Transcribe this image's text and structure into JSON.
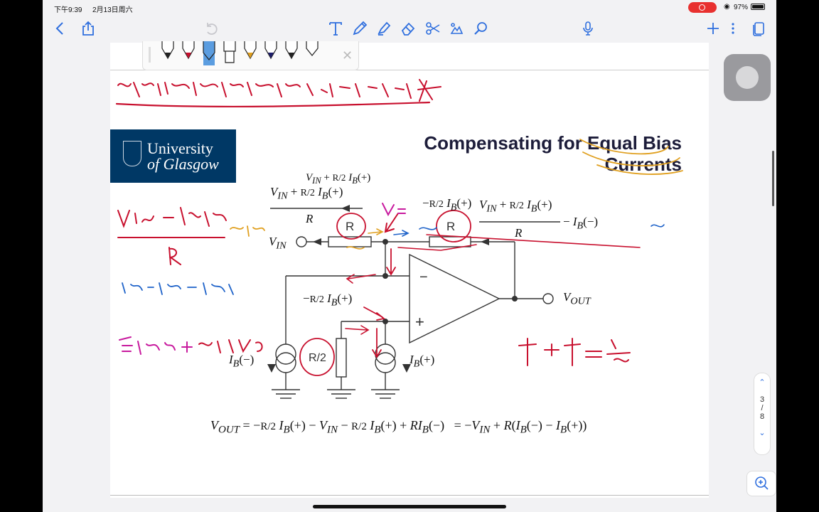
{
  "status_bar": {
    "time": "下午9:39",
    "date": "2月13日周六",
    "battery_percent": "97%",
    "battery_level": 0.97
  },
  "toolbar": {
    "back_icon": "chevron-left-icon",
    "share_icon": "share-icon",
    "undo_icon": "undo-icon",
    "text_tool_icon": "text-tool-icon",
    "pen_icon": "pen-icon",
    "highlighter_icon": "highlighter-icon",
    "eraser_icon": "eraser-icon",
    "lasso_icon": "lasso-scissors-icon",
    "image_icon": "image-icon",
    "shape_icon": "shape-icon",
    "mic_icon": "microphone-icon",
    "add_icon": "plus-icon",
    "more_icon": "more-vertical-icon",
    "pages_icon": "pages-icon",
    "accent_color": "#2f6fde"
  },
  "slide": {
    "logo_line1": "University",
    "logo_line2": "of Glasgow",
    "logo_bg": "#003865",
    "title_line1": "Compensating for Equal Bias",
    "title_line2": "Currents"
  },
  "pager": {
    "current": "3",
    "separator": "/",
    "total": "8"
  },
  "colors": {
    "ink_red": "#c8102e",
    "ink_blue": "#1f63c9",
    "ink_orange": "#e0a020",
    "ink_magenta": "#c81a9e"
  }
}
